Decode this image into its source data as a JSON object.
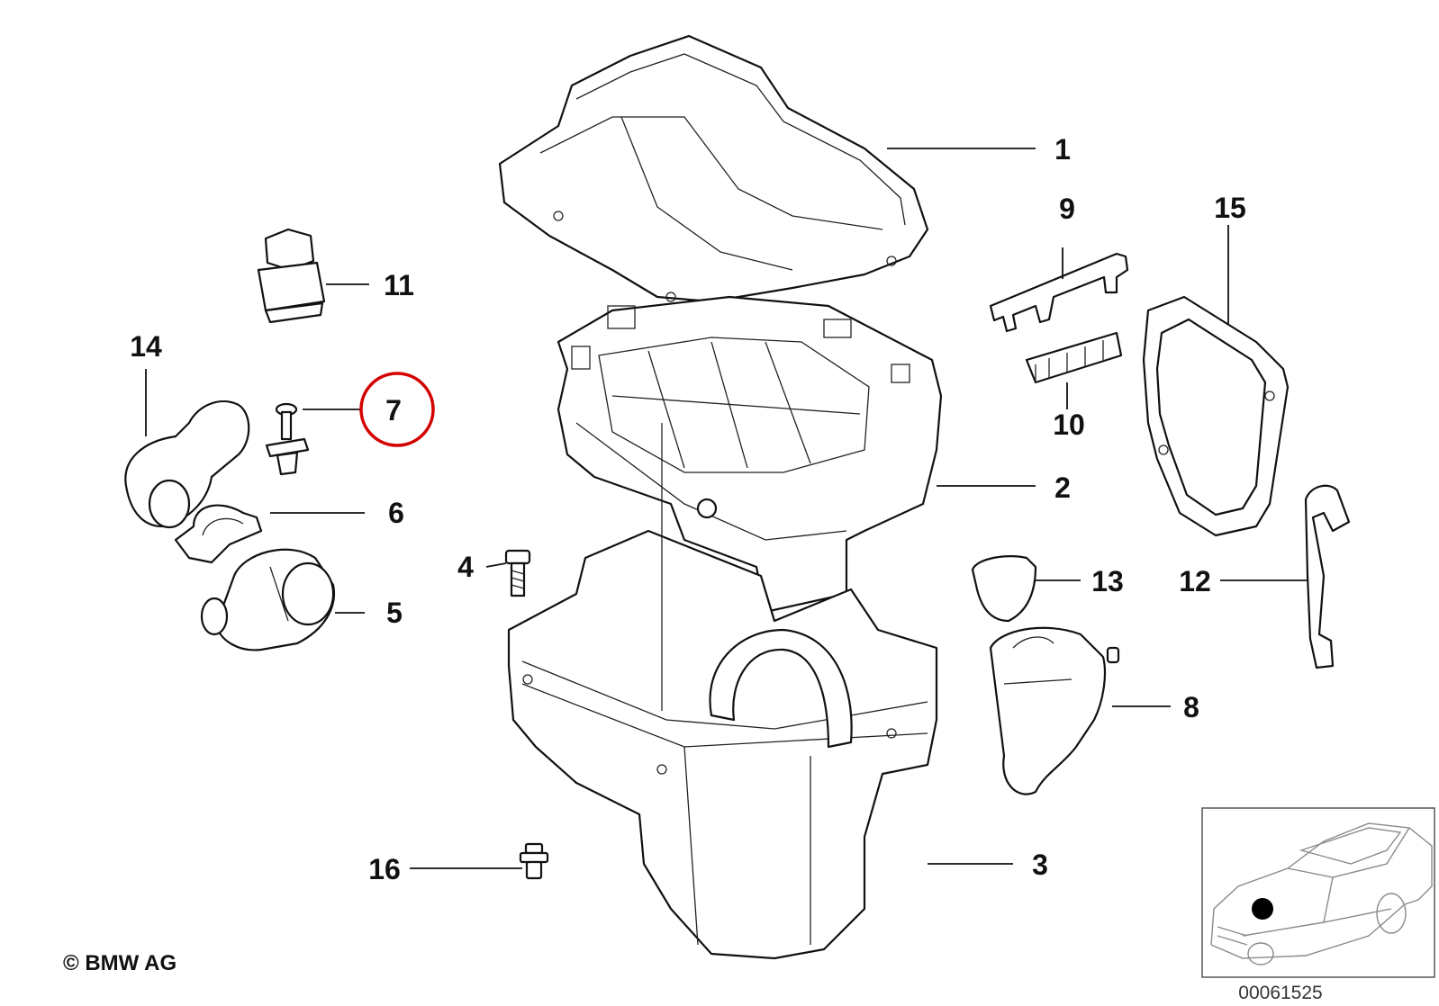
{
  "callouts": [
    {
      "id": "1",
      "label": "1"
    },
    {
      "id": "2",
      "label": "2"
    },
    {
      "id": "3",
      "label": "3"
    },
    {
      "id": "4",
      "label": "4"
    },
    {
      "id": "5",
      "label": "5"
    },
    {
      "id": "6",
      "label": "6"
    },
    {
      "id": "7",
      "label": "7"
    },
    {
      "id": "8",
      "label": "8"
    },
    {
      "id": "9",
      "label": "9"
    },
    {
      "id": "10",
      "label": "10"
    },
    {
      "id": "11",
      "label": "11"
    },
    {
      "id": "12",
      "label": "12"
    },
    {
      "id": "13",
      "label": "13"
    },
    {
      "id": "14",
      "label": "14"
    },
    {
      "id": "15",
      "label": "15"
    },
    {
      "id": "16",
      "label": "16"
    }
  ],
  "highlight": {
    "callout": "7",
    "color": "#d40000"
  },
  "copyright": "© BMW AG",
  "reference_number": "00061525",
  "colors": {
    "line": "#111111",
    "highlight": "#d40000",
    "inset_car": "#8a8a8a"
  }
}
